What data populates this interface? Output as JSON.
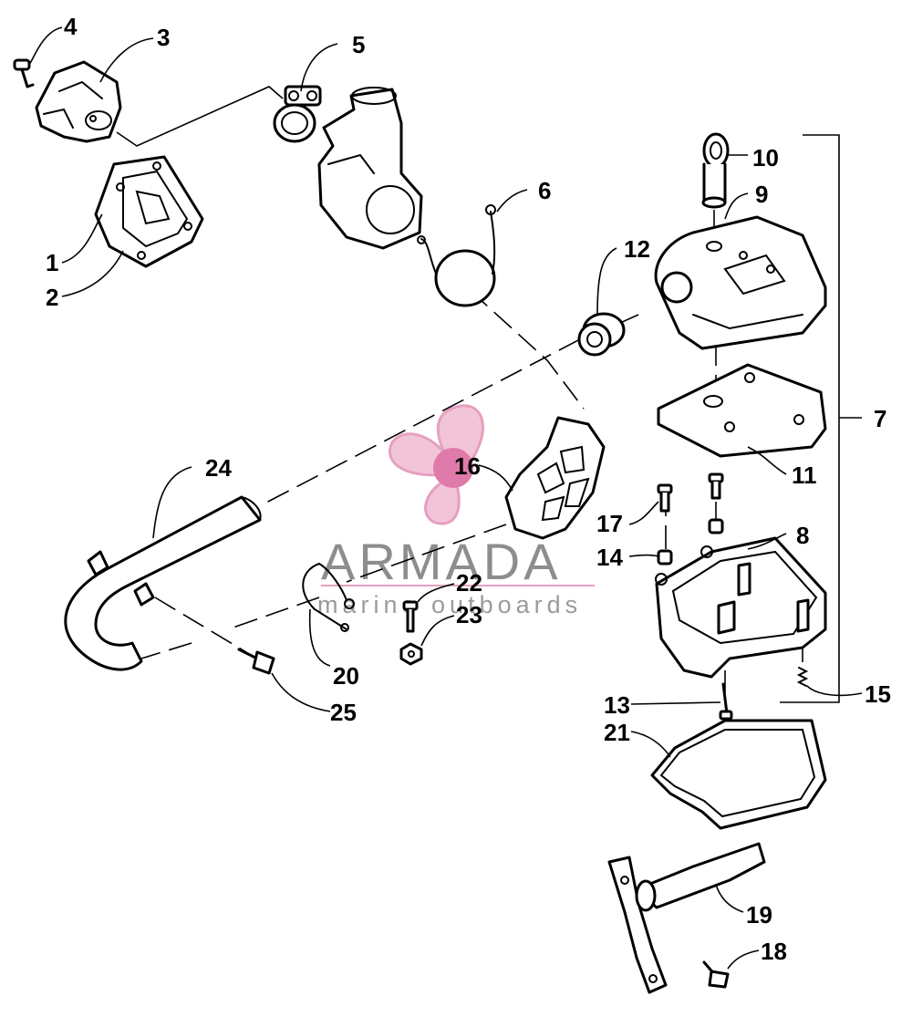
{
  "part_labels": {
    "p1": "1",
    "p2": "2",
    "p3": "3",
    "p4": "4",
    "p5": "5",
    "p6": "6",
    "p7": "7",
    "p8": "8",
    "p9": "9",
    "p10": "10",
    "p11": "11",
    "p12": "12",
    "p13": "13",
    "p14": "14",
    "p15": "15",
    "p16": "16",
    "p17": "17",
    "p18": "18",
    "p19": "19",
    "p20": "20",
    "p21": "21",
    "p22": "22",
    "p23": "23",
    "p24": "24",
    "p25": "25"
  },
  "watermark": {
    "brand": "ARMADA",
    "tagline": "marine outboards",
    "color": "#e6a0c0"
  }
}
